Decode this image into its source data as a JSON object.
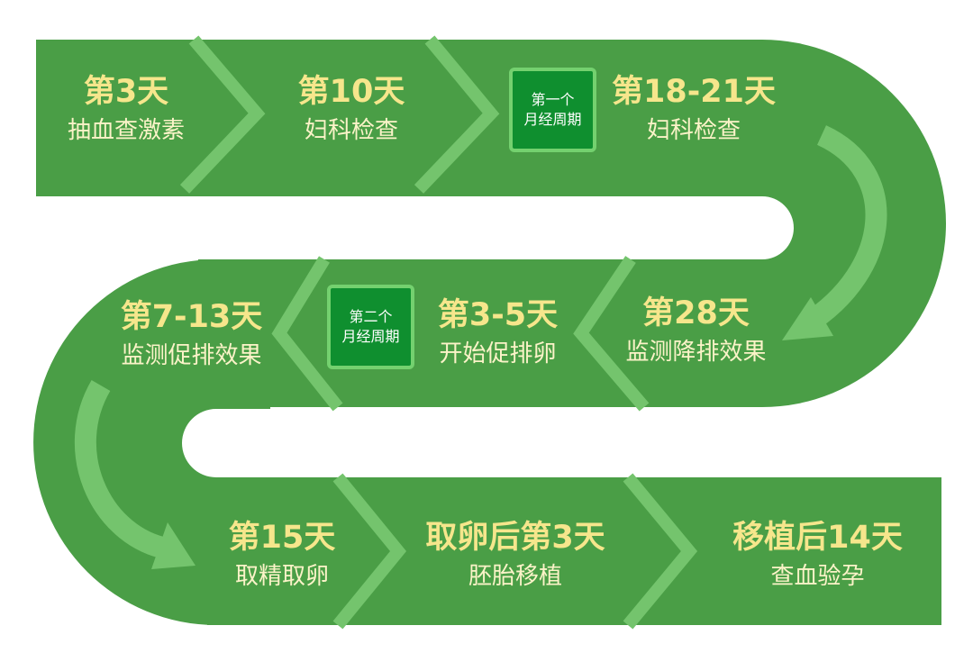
{
  "colors": {
    "path": "#4a9e46",
    "chevron": "#74c46d",
    "arrow": "#74c46d",
    "title_text": "#f6e68c",
    "desc_text": "#fbf3c8",
    "badge_fill": "#0f8f2f",
    "badge_border": "#74d16f"
  },
  "steps": [
    {
      "title": "第3天",
      "desc": "抽血查激素"
    },
    {
      "title": "第10天",
      "desc": "妇科检查"
    },
    {
      "title": "第18-21天",
      "desc": "妇科检查"
    },
    {
      "title": "第28天",
      "desc": "监测降排效果"
    },
    {
      "title": "第3-5天",
      "desc": "开始促排卵"
    },
    {
      "title": "第7-13天",
      "desc": "监测促排效果"
    },
    {
      "title": "第15天",
      "desc": "取精取卵"
    },
    {
      "title": "取卵后第3天",
      "desc": "胚胎移植"
    },
    {
      "title": "移植后14天",
      "desc": "查血验孕"
    }
  ],
  "badges": [
    {
      "line1": "第一个",
      "line2": "月经周期"
    },
    {
      "line1": "第二个",
      "line2": "月经周期"
    }
  ]
}
